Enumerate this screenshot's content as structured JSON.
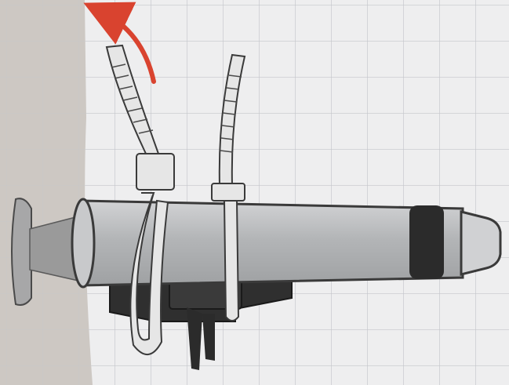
{
  "colors": {
    "shadow_paper": "#cdc8c3",
    "paper": "#eeeeef",
    "grid_line": "#c4c6cb",
    "barrel_fill": "#b9bbbd",
    "barrel_stroke": "#3a3a3a",
    "plunger_fill": "#9a9a9a",
    "stopper": "#2b2b2b",
    "clip_dark": "#333333",
    "zip_tie": "#e6e6e6",
    "arrow": "#d9432f"
  },
  "illustration": {
    "subject": "syringe",
    "parts": [
      "syringe-barrel",
      "plunger",
      "rubber-stopper",
      "nozzle",
      "mounting-clip",
      "zip-tie-left",
      "zip-tie-right",
      "direction-arrow"
    ]
  }
}
